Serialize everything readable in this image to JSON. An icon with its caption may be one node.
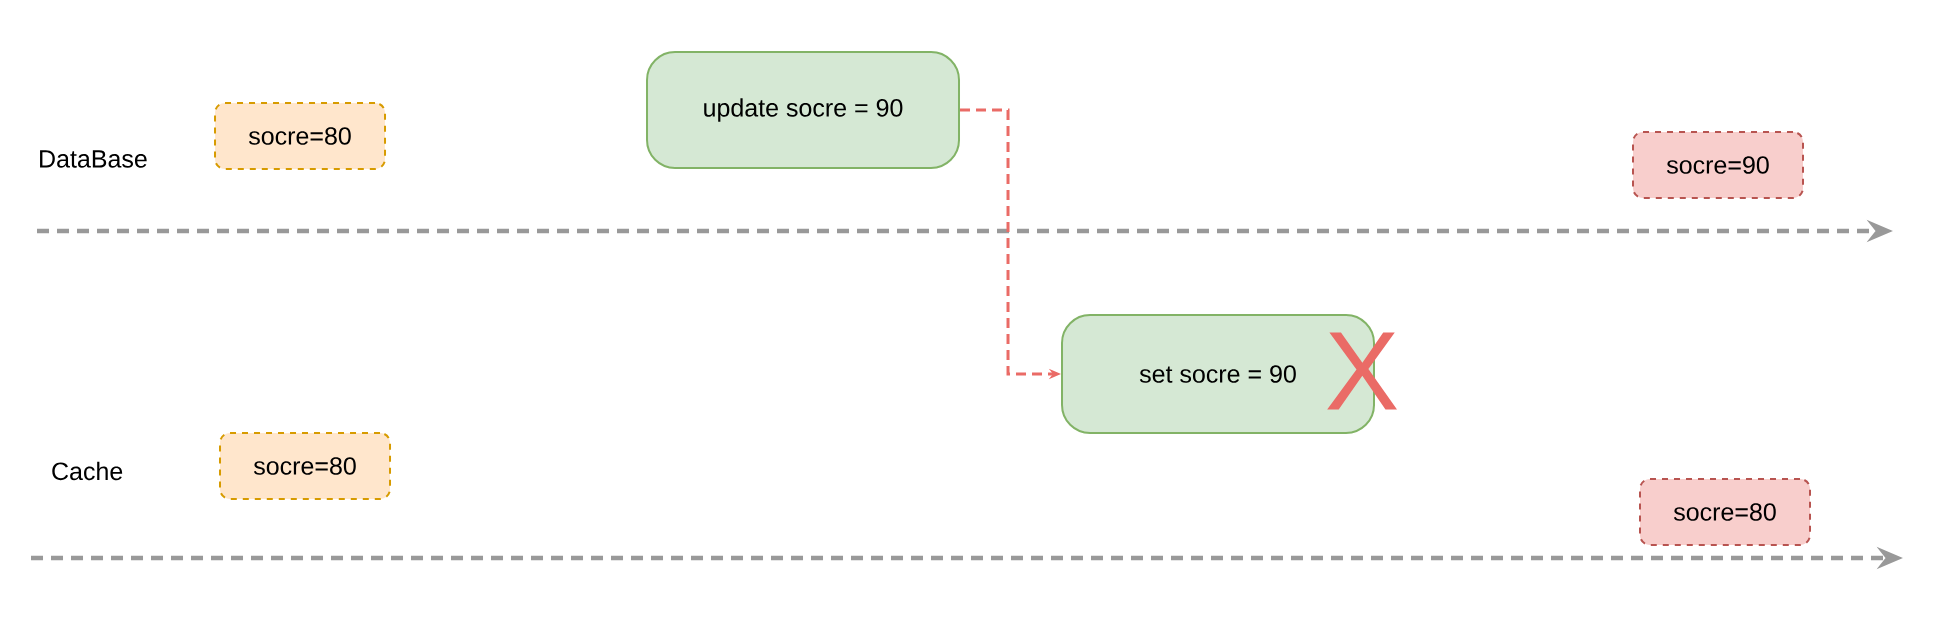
{
  "diagram": {
    "nodes": [
      {
        "text": [
          "socre=80"
        ]
      },
      {
        "text": [
          "update socre = 90"
        ]
      },
      {
        "text": [
          "socre=90"
        ]
      },
      {
        "text": [
          "set socre = 90"
        ]
      },
      {
        "text": [
          "socre=80"
        ]
      },
      {
        "text": [
          "socre=80"
        ]
      }
    ],
    "edges": [
      {
        "from": 1,
        "to": 3,
        "arrow": "to",
        "style": "dashed",
        "color": "#ea6b66"
      }
    ],
    "labels": [
      "DataBase",
      "X",
      "Cache"
    ]
  }
}
